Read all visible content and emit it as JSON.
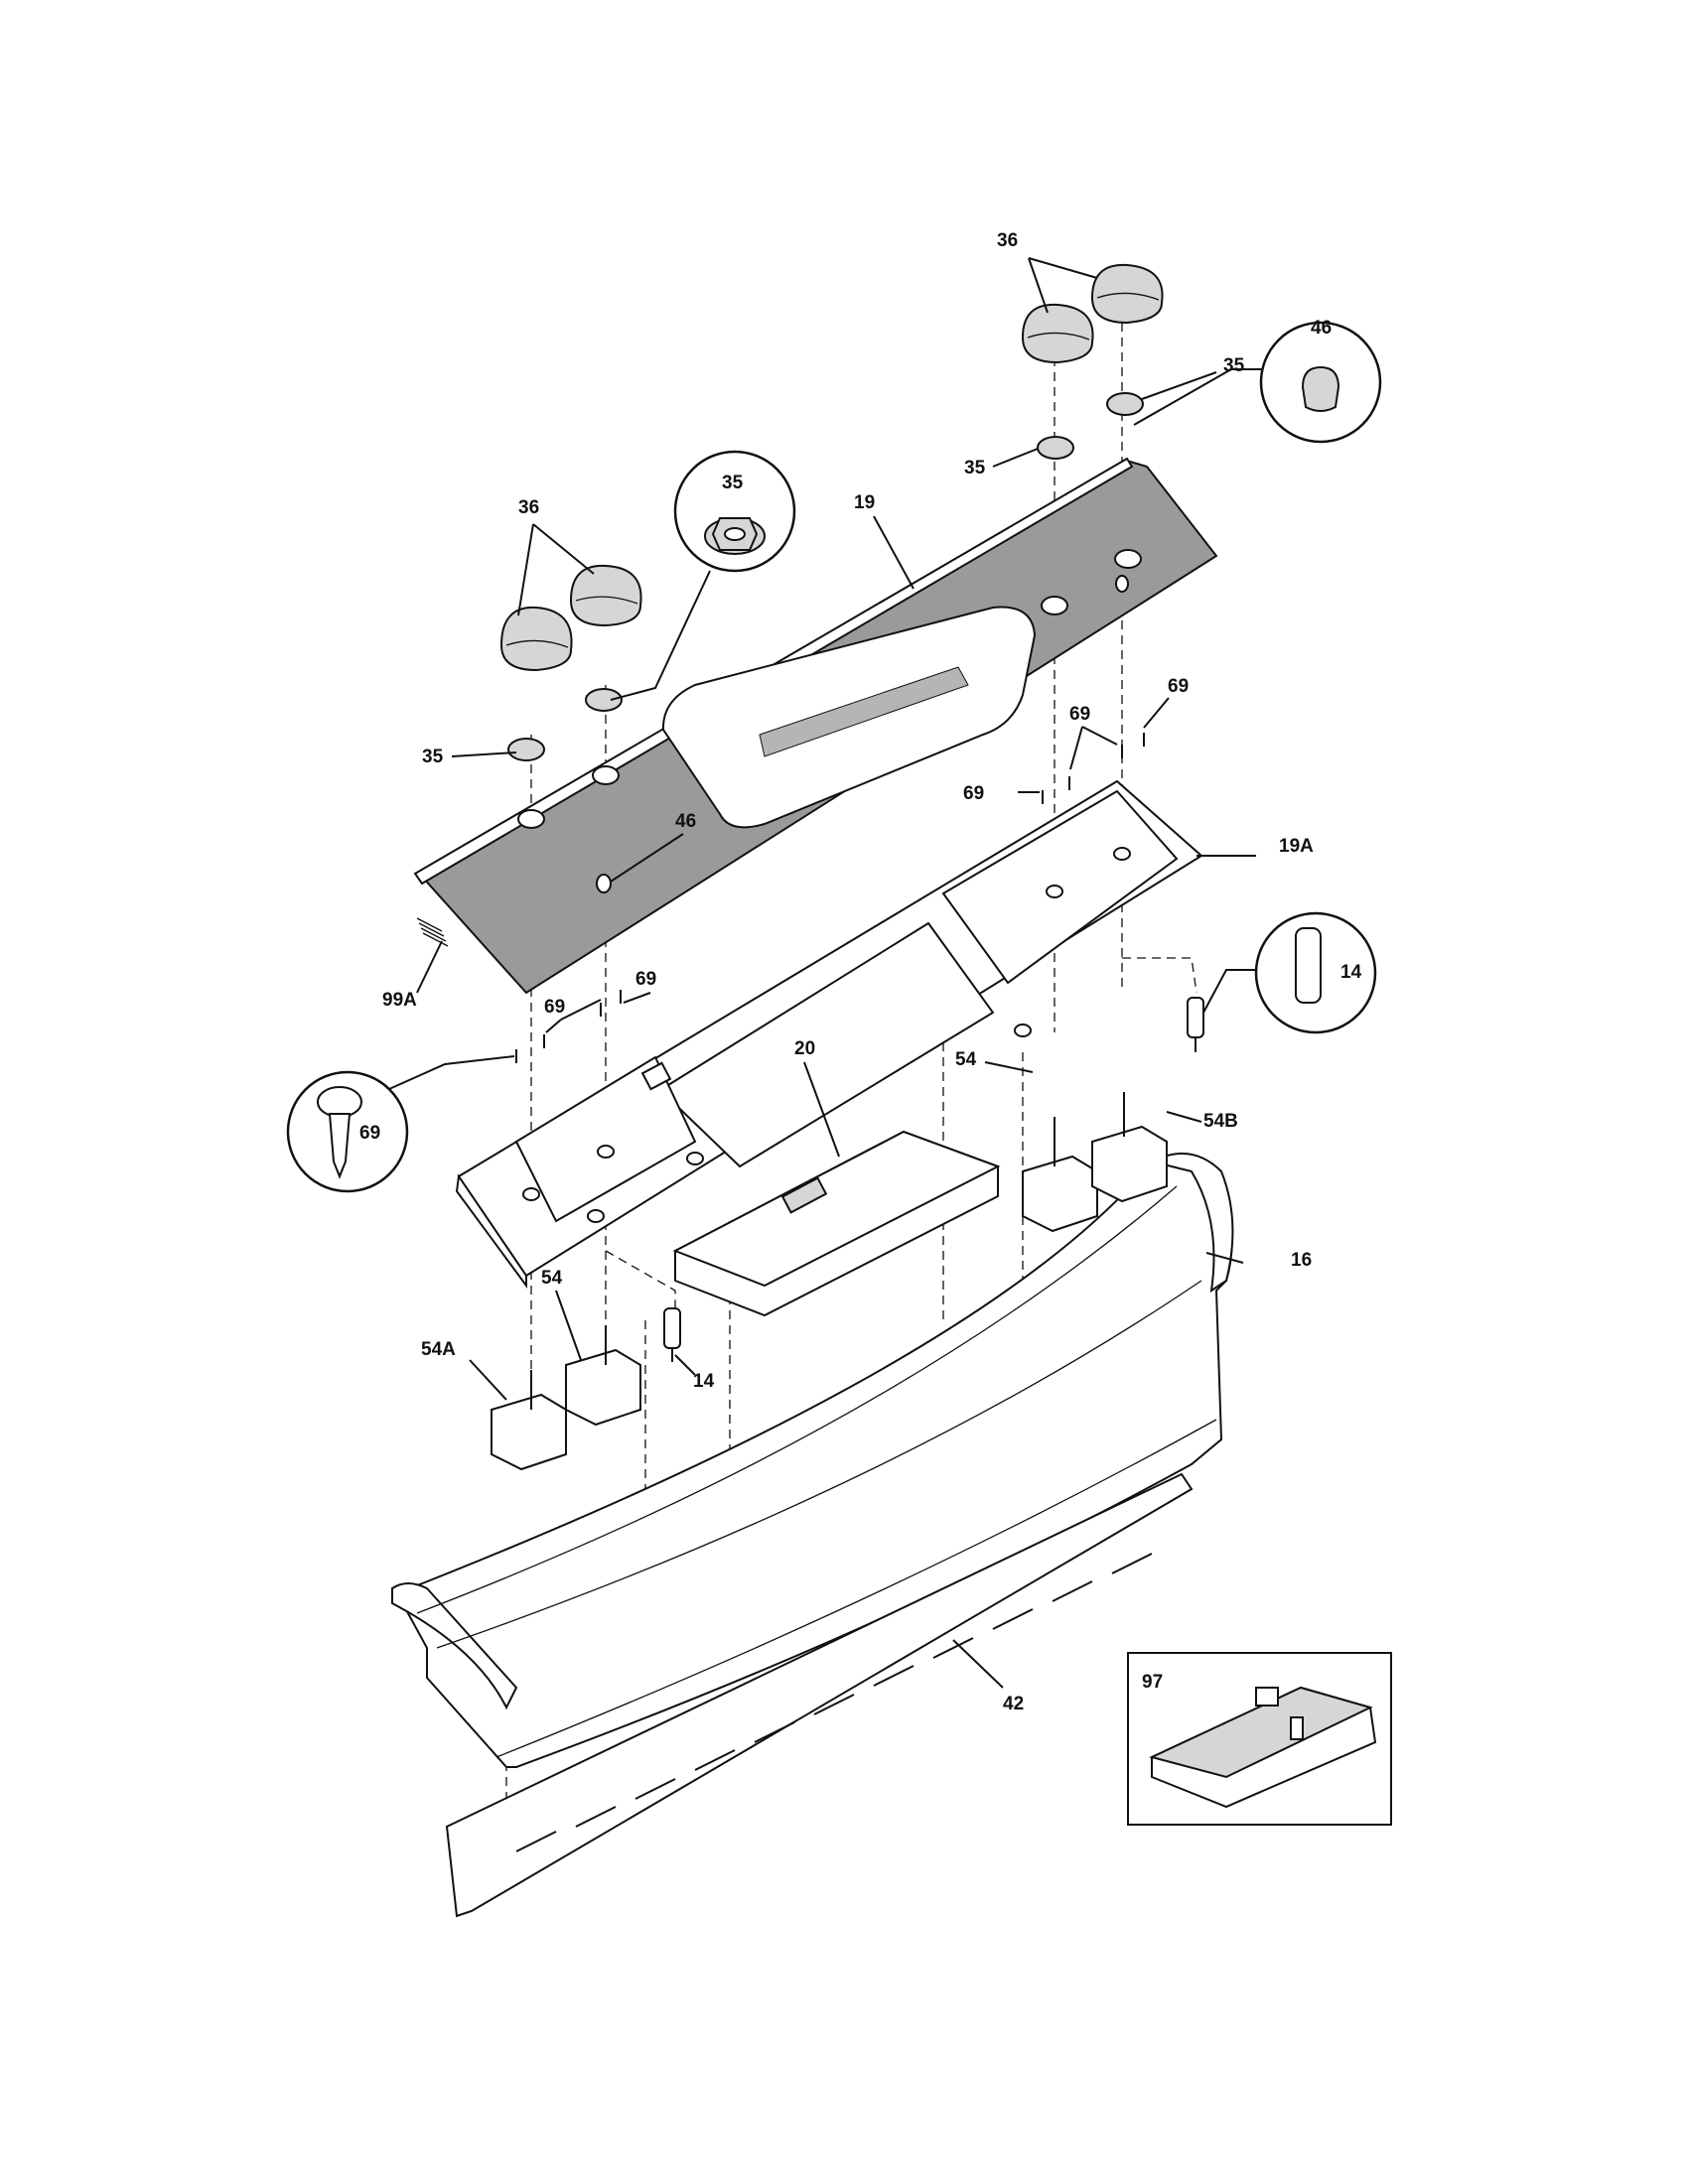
{
  "labels": {
    "p36_right": "36",
    "p35_right_top": "35",
    "p35_right_mid": "35",
    "p46_circle_right": "46",
    "p36_left": "36",
    "p35_circle_left": "35",
    "p19": "19",
    "p35_left": "35",
    "p69_r1": "69",
    "p69_r2": "69",
    "p69_r3": "69",
    "p46_left": "46",
    "p19A": "19A",
    "p99A": "99A",
    "p69_l1": "69",
    "p69_l2": "69",
    "p14_circle": "14",
    "p69_circle": "69",
    "p20": "20",
    "p54_right": "54",
    "p54B": "54B",
    "p16": "16",
    "p54_left": "54",
    "p54A": "54A",
    "p14_left": "14",
    "p97": "97",
    "p42": "42"
  }
}
